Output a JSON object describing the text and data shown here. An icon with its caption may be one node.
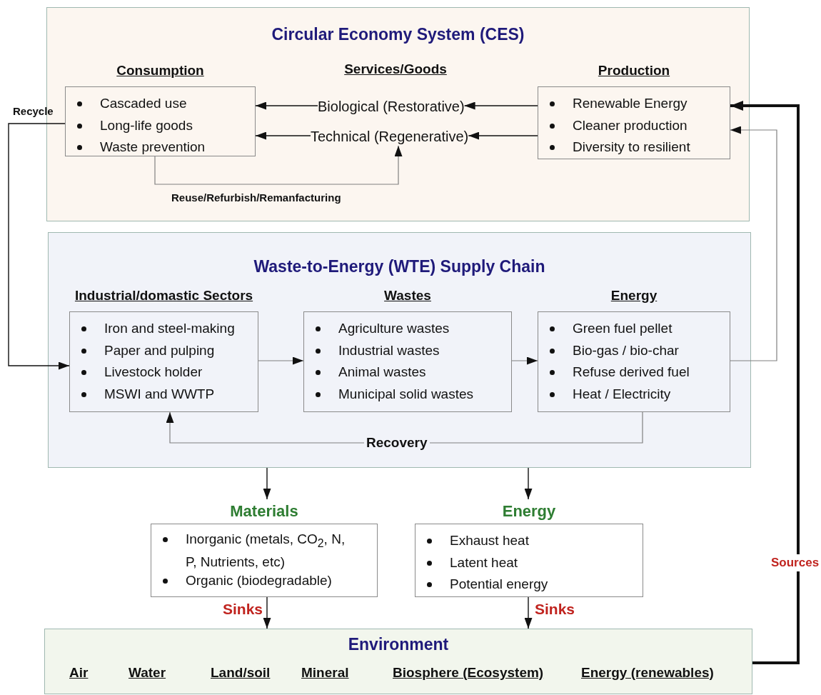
{
  "diagram": {
    "nodes": [
      {
        "text": [
          "Circular Economy System (CES)"
        ]
      },
      {
        "text": [
          "Consumption",
          "Cascaded use",
          "Long-life goods",
          "Waste prevention"
        ],
        "in": 0
      },
      {
        "text": [
          "Biological (Restorative)"
        ],
        "in": 0
      },
      {
        "text": [
          "Technical (Regenerative)"
        ],
        "in": 0
      },
      {
        "text": [
          "Production",
          "Renewable Energy",
          "Cleaner production",
          "Diversity to resilient"
        ],
        "in": 0
      },
      {
        "text": [
          "Waste-to-Energy (WTE) Supply Chain"
        ]
      },
      {
        "text": [
          "Industrial/domastic Sectors",
          "Iron and steel-making",
          "Paper and pulping",
          "Livestock holder",
          "MSWI and WWTP"
        ],
        "in": 5
      },
      {
        "text": [
          "Wastes",
          "Agriculture wastes",
          "Industrial wastes",
          "Animal wastes",
          "Municipal solid wastes"
        ],
        "in": 5
      },
      {
        "text": [
          "Energy",
          "Green fuel pellet",
          "Bio-gas / bio-char",
          "Refuse derived fuel",
          "Heat / Electricity"
        ],
        "in": 5
      },
      {
        "text": [
          "Materials",
          "Inorganic (metals, CO$_{2}$, N, P, Nutrients, etc)",
          "Organic (biodegradable)"
        ]
      },
      {
        "text": [
          "Energy",
          "Exhaust heat",
          "Latent heat",
          "Potential energy"
        ]
      },
      {
        "text": [
          "Environment",
          "Air",
          "Water",
          "Land/soil",
          "Mineral",
          "Biosphere (Ecosystem)",
          "Energy (renewables)"
        ]
      }
    ],
    "edges": [
      {
        "from": 4,
        "to": 2,
        "arrow": "to"
      },
      {
        "from": 4,
        "to": 3,
        "arrow": "to"
      },
      {
        "from": 2,
        "to": 1,
        "arrow": "to"
      },
      {
        "from": 3,
        "to": 1,
        "arrow": "to"
      },
      {
        "from": 1,
        "to": 3,
        "arrow": "to",
        "label": "Reuse/Refurbish/Remanfacturing",
        "color": "#808080"
      },
      {
        "from": 1,
        "to": 6,
        "arrow": "to",
        "label": "Recycle"
      },
      {
        "from": 6,
        "to": 7,
        "arrow": "to",
        "color": "#808080"
      },
      {
        "from": 7,
        "to": 8,
        "arrow": "to",
        "color": "#808080"
      },
      {
        "from": 8,
        "to": 4,
        "arrow": "to",
        "color": "#808080"
      },
      {
        "from": 8,
        "to": 6,
        "arrow": "to",
        "label": "Recovery",
        "color": "#808080"
      },
      {
        "from": 5,
        "to": 9,
        "arrow": "to"
      },
      {
        "from": 5,
        "to": 10,
        "arrow": "to"
      },
      {
        "from": 9,
        "to": 11,
        "arrow": "to",
        "label": "Sinks"
      },
      {
        "from": 10,
        "to": 11,
        "arrow": "to",
        "label": "Sinks"
      },
      {
        "from": 11,
        "to": 4,
        "arrow": "to",
        "label": "Sources",
        "style": "thick"
      }
    ],
    "labels": [
      "Services/Goods"
    ]
  }
}
